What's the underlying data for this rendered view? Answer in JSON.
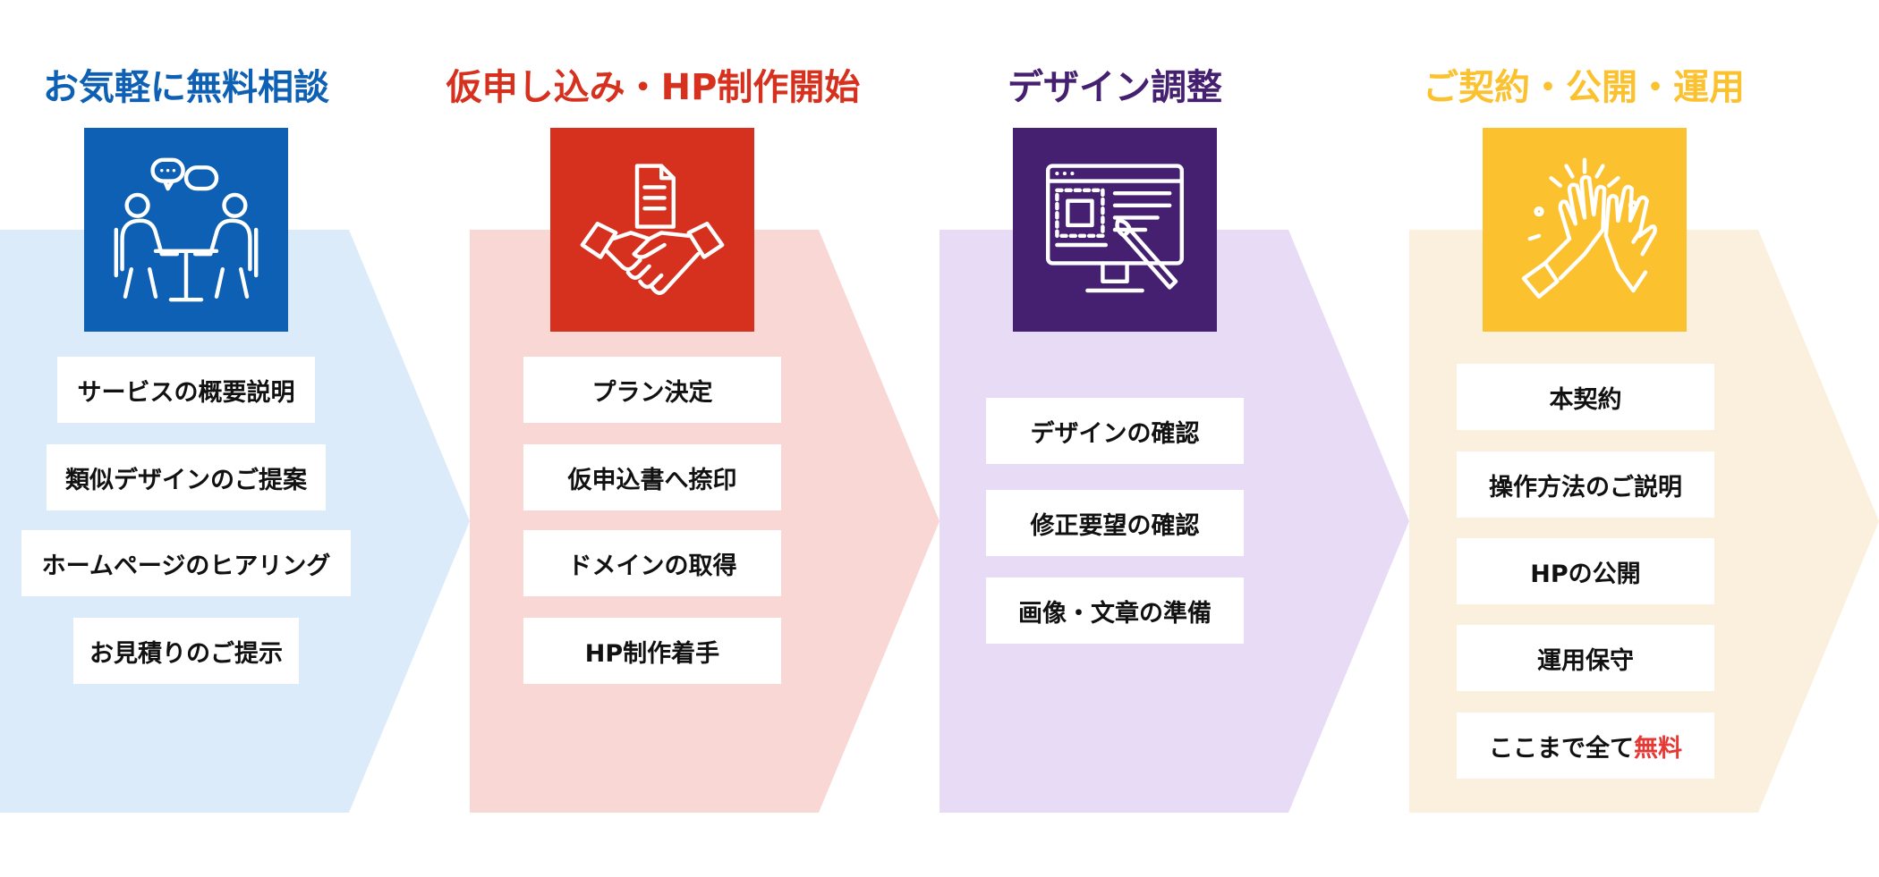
{
  "colors": {
    "step1": "#0D60B4",
    "step2": "#D6301E",
    "step3": "#462070",
    "step4": "#FBC12F",
    "step1_bg": "#DCEBFA",
    "step2_bg": "#F8D7D5",
    "step3_bg": "#E7DBF6",
    "step4_bg": "#FBF0DD",
    "free_highlight": "#E53935"
  },
  "steps": [
    {
      "title": "お気軽に無料相談",
      "icon": "consultation-meeting-icon",
      "items": [
        "サービスの概要説明",
        "類似デザインのご提案",
        "ホームページのヒアリング",
        "お見積りのご提示"
      ]
    },
    {
      "title": "仮申し込み・HP制作開始",
      "icon": "handshake-contract-icon",
      "items": [
        "プラン決定",
        "仮申込書へ捺印",
        "ドメインの取得",
        "HP制作着手"
      ]
    },
    {
      "title": "デザイン調整",
      "icon": "web-design-monitor-icon",
      "items": [
        "デザインの確認",
        "修正要望の確認",
        "画像・文章の準備"
      ]
    },
    {
      "title": "ご契約・公開・運用",
      "icon": "high-five-celebration-icon",
      "items": [
        "本契約",
        "操作方法のご説明",
        "HPの公開",
        "運用保守"
      ],
      "last_item_prefix": "ここまで全て",
      "last_item_highlight": "無料"
    }
  ]
}
